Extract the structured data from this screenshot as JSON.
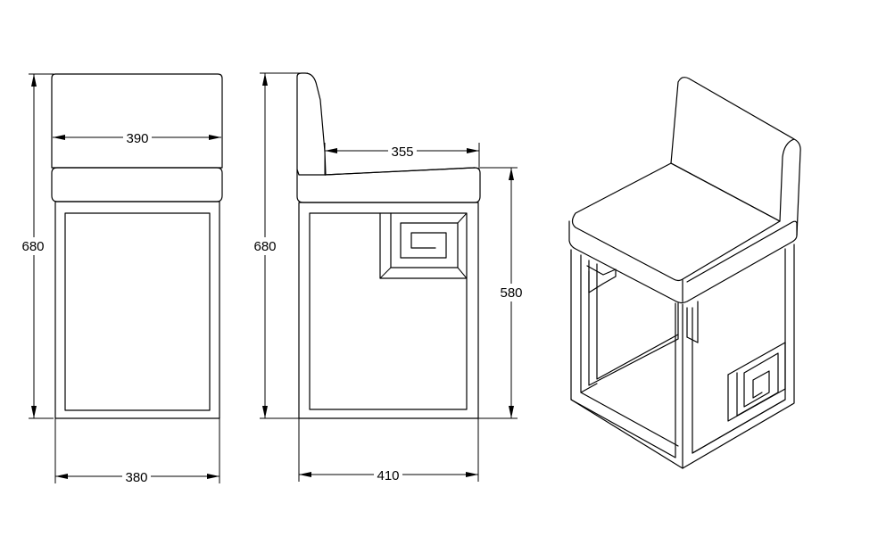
{
  "colors": {
    "line": "#000000",
    "background": "#ffffff"
  },
  "dimensions": {
    "front_height": "680",
    "front_top_width": "390",
    "front_base_width": "380",
    "side_height": "680",
    "side_seat_depth": "355",
    "side_seat_height": "580",
    "side_base_width": "410"
  }
}
